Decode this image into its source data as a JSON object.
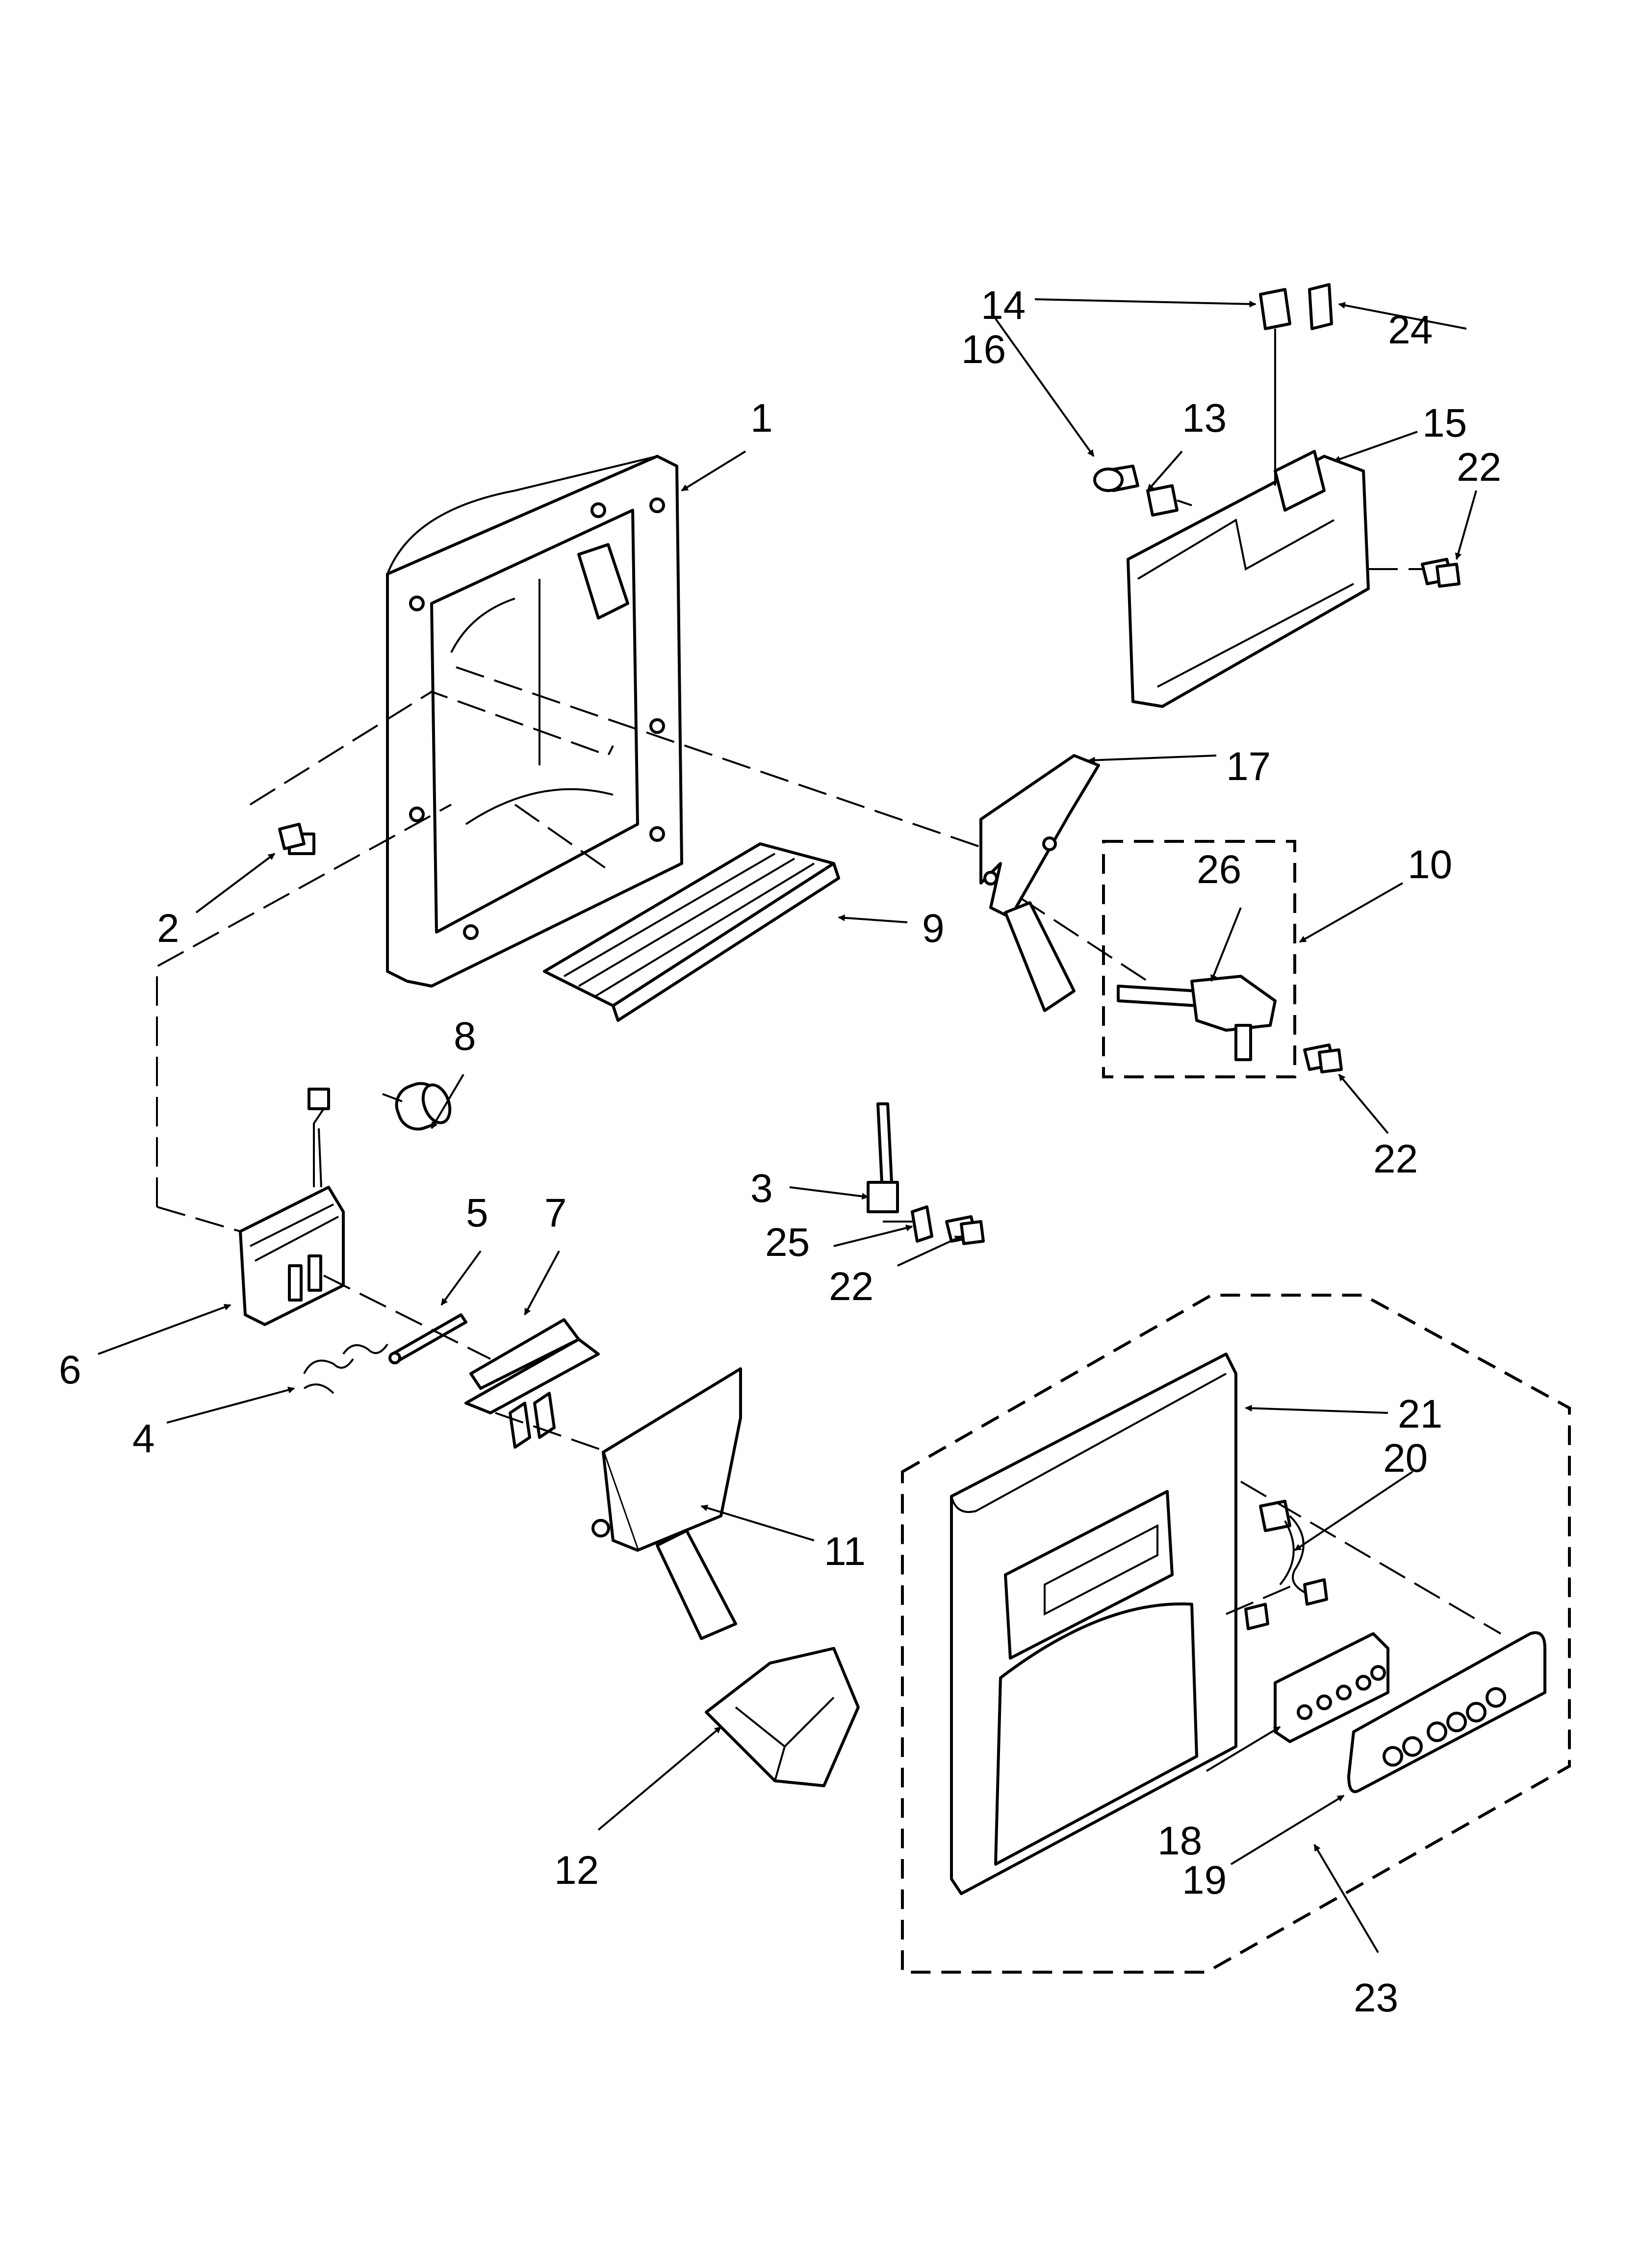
{
  "diagram": {
    "callouts": [
      {
        "id": "c1",
        "text": "1"
      },
      {
        "id": "c2",
        "text": "2"
      },
      {
        "id": "c3",
        "text": "3"
      },
      {
        "id": "c4",
        "text": "4"
      },
      {
        "id": "c5",
        "text": "5"
      },
      {
        "id": "c6",
        "text": "6"
      },
      {
        "id": "c7",
        "text": "7"
      },
      {
        "id": "c8",
        "text": "8"
      },
      {
        "id": "c9",
        "text": "9"
      },
      {
        "id": "c10",
        "text": "10"
      },
      {
        "id": "c11",
        "text": "11"
      },
      {
        "id": "c12",
        "text": "12"
      },
      {
        "id": "c13",
        "text": "13"
      },
      {
        "id": "c14",
        "text": "14"
      },
      {
        "id": "c15",
        "text": "15"
      },
      {
        "id": "c16",
        "text": "16"
      },
      {
        "id": "c17",
        "text": "17"
      },
      {
        "id": "c18",
        "text": "18"
      },
      {
        "id": "c19",
        "text": "19"
      },
      {
        "id": "c20",
        "text": "20"
      },
      {
        "id": "c21",
        "text": "21"
      },
      {
        "id": "c22a",
        "text": "22"
      },
      {
        "id": "c22b",
        "text": "22"
      },
      {
        "id": "c22c",
        "text": "22"
      },
      {
        "id": "c23",
        "text": "23"
      },
      {
        "id": "c24",
        "text": "24"
      },
      {
        "id": "c25",
        "text": "25"
      },
      {
        "id": "c26",
        "text": "26"
      }
    ]
  }
}
